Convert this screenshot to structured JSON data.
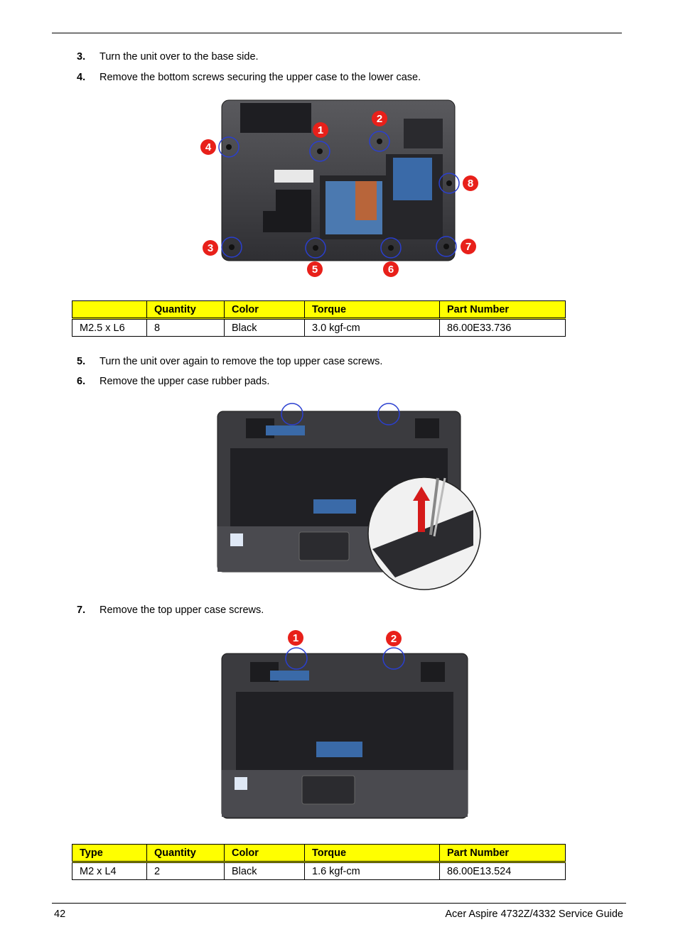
{
  "steps_a": [
    {
      "num": "3.",
      "text": "Turn the unit over to the base side."
    },
    {
      "num": "4.",
      "text": "Remove the bottom screws securing the upper case to the lower case."
    }
  ],
  "figure1": {
    "callouts": [
      "1",
      "2",
      "3",
      "4",
      "5",
      "6",
      "7",
      "8"
    ]
  },
  "table1": {
    "headers": [
      "",
      "Quantity",
      "Color",
      "Torque",
      "Part Number"
    ],
    "row": [
      "M2.5 x L6",
      "8",
      "Black",
      "3.0 kgf-cm",
      "86.00E33.736"
    ]
  },
  "steps_b": [
    {
      "num": "5.",
      "text": "Turn the unit over again to remove the top upper case screws."
    },
    {
      "num": "6.",
      "text": "Remove the upper case rubber pads."
    }
  ],
  "steps_c": [
    {
      "num": "7.",
      "text": "Remove the top upper case screws."
    }
  ],
  "figure3": {
    "callouts": [
      "1",
      "2"
    ]
  },
  "table2": {
    "headers": [
      "Type",
      "Quantity",
      "Color",
      "Torque",
      "Part Number"
    ],
    "row": [
      "M2 x L4",
      "2",
      "Black",
      "1.6 kgf-cm",
      "86.00E13.524"
    ]
  },
  "footer": {
    "page": "42",
    "title": "Acer Aspire 4732Z/4332 Service Guide"
  },
  "colors": {
    "header_fill": "#ffff00",
    "callout_red": "#e8201a",
    "screw_ring": "#2a3fd0"
  }
}
